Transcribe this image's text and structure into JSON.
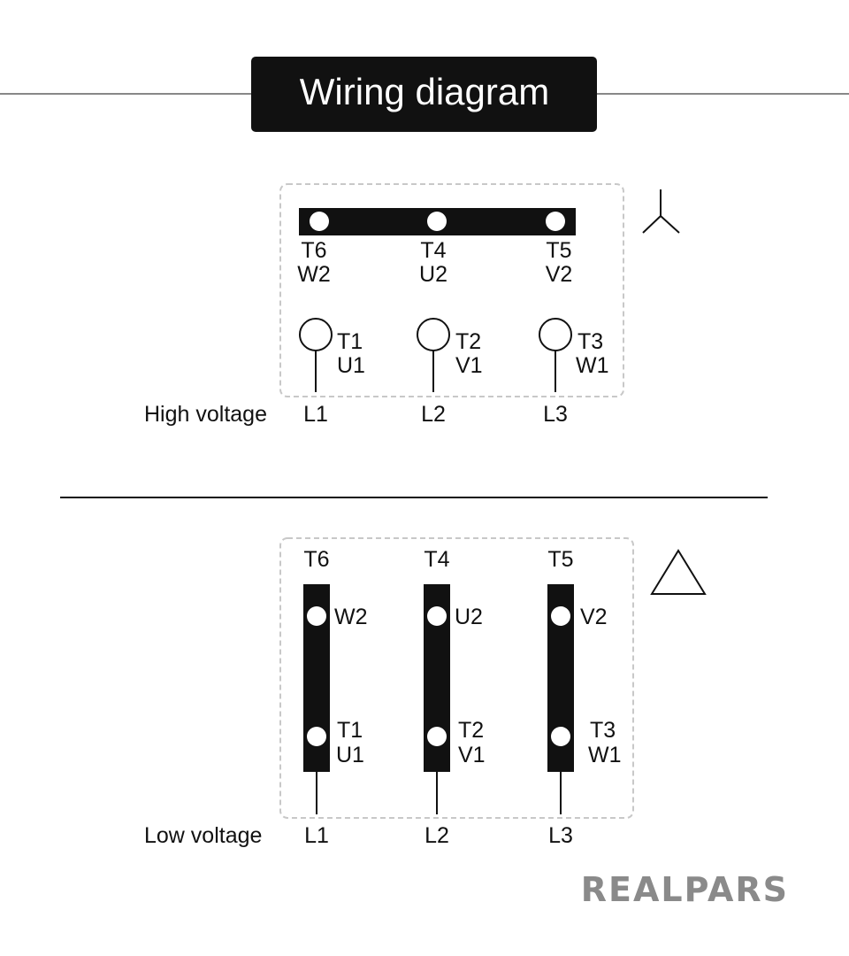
{
  "title": "Wiring diagram",
  "high_voltage": {
    "label": "High voltage",
    "symbol": "wye-symbol",
    "top_terminals": [
      {
        "t": "T6",
        "n": "W2"
      },
      {
        "t": "T4",
        "n": "U2"
      },
      {
        "t": "T5",
        "n": "V2"
      }
    ],
    "bottom_terminals": [
      {
        "t": "T1",
        "n": "U1",
        "line": "L1"
      },
      {
        "t": "T2",
        "n": "V1",
        "line": "L2"
      },
      {
        "t": "T3",
        "n": "W1",
        "line": "L3"
      }
    ]
  },
  "low_voltage": {
    "label": "Low voltage",
    "symbol": "delta-symbol",
    "columns": [
      {
        "top": "T6",
        "upper": "W2",
        "lower_t": "T1",
        "lower_n": "U1",
        "line": "L1"
      },
      {
        "top": "T4",
        "upper": "U2",
        "lower_t": "T2",
        "lower_n": "V1",
        "line": "L2"
      },
      {
        "top": "T5",
        "upper": "V2",
        "lower_t": "T3",
        "lower_n": "W1",
        "line": "L3"
      }
    ]
  },
  "logo": "REALPARS",
  "colors": {
    "ink": "#111111",
    "box_border": "#c8c8c8",
    "logo": "#8a8a8a"
  }
}
